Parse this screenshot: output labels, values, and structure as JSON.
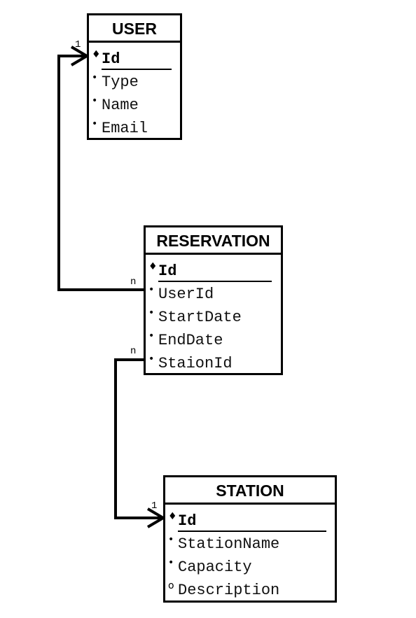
{
  "entities": {
    "user": {
      "title": "USER",
      "pk": {
        "name": "Id",
        "marker": "♦"
      },
      "attributes": [
        {
          "name": "Type",
          "marker": "•"
        },
        {
          "name": "Name",
          "marker": "•"
        },
        {
          "name": "Email",
          "marker": "•"
        }
      ]
    },
    "reservation": {
      "title": "RESERVATION",
      "pk": {
        "name": "Id",
        "marker": "♦"
      },
      "attributes": [
        {
          "name": "UserId",
          "marker": "•"
        },
        {
          "name": "StartDate",
          "marker": "•"
        },
        {
          "name": "EndDate",
          "marker": "•"
        },
        {
          "name": "StaionId",
          "marker": "•"
        }
      ]
    },
    "station": {
      "title": "STATION",
      "pk": {
        "name": "Id",
        "marker": "♦"
      },
      "attributes": [
        {
          "name": "StationName",
          "marker": "•"
        },
        {
          "name": "Capacity",
          "marker": "•"
        },
        {
          "name": "Description",
          "marker": "o"
        }
      ]
    }
  },
  "relationships": {
    "reservation_user": {
      "from_cardinality": "n",
      "to_cardinality": "1"
    },
    "reservation_station": {
      "from_cardinality": "n",
      "to_cardinality": "1"
    }
  }
}
